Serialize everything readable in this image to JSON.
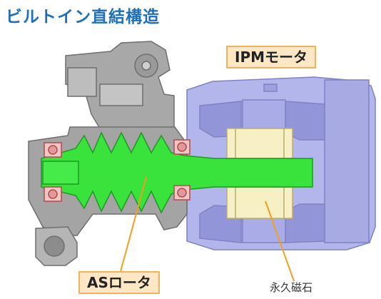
{
  "title": "ビルトイン直結構造",
  "labels": {
    "ipm_motor": "IPMモータ",
    "as_rotor": "ASロータ",
    "permanent_magnet": "永久磁石"
  },
  "colors": {
    "title": "#1f6fb8",
    "motor_housing": "#b3b6ea",
    "rotor_green": "#39e33c",
    "magnet": "#f7f0c4",
    "casing": "#a4a4a4",
    "label_fill": "#fde7c4",
    "label_border": "#f0b25e",
    "leader_line": "#f0a020"
  }
}
